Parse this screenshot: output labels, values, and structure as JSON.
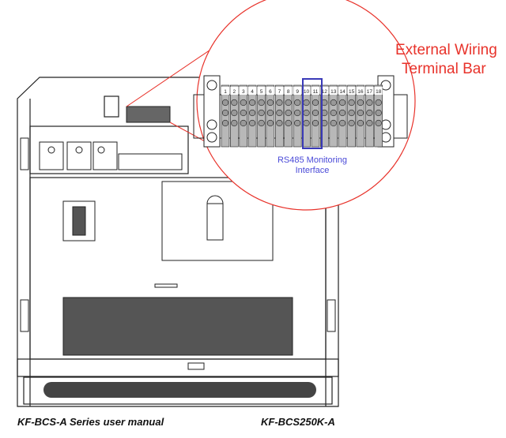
{
  "callout": {
    "line1": "External Wiring",
    "line2": "Terminal Bar"
  },
  "rs485_label": {
    "line1": "RS485 Monitoring",
    "line2": "Interface"
  },
  "terminal_numbers": [
    "1",
    "2",
    "3",
    "4",
    "5",
    "6",
    "7",
    "8",
    "9",
    "10",
    "11",
    "12",
    "13",
    "14",
    "15",
    "16",
    "17",
    "18"
  ],
  "highlighted_terminals": [
    "11",
    "12"
  ],
  "footer": {
    "left": "KF-BCS-A Series user manual",
    "right": "KF-BCS250K-A"
  },
  "colors": {
    "callout": "#e8322a",
    "highlight": "#3a3ab8",
    "rs485_text": "#4a4ad8"
  }
}
